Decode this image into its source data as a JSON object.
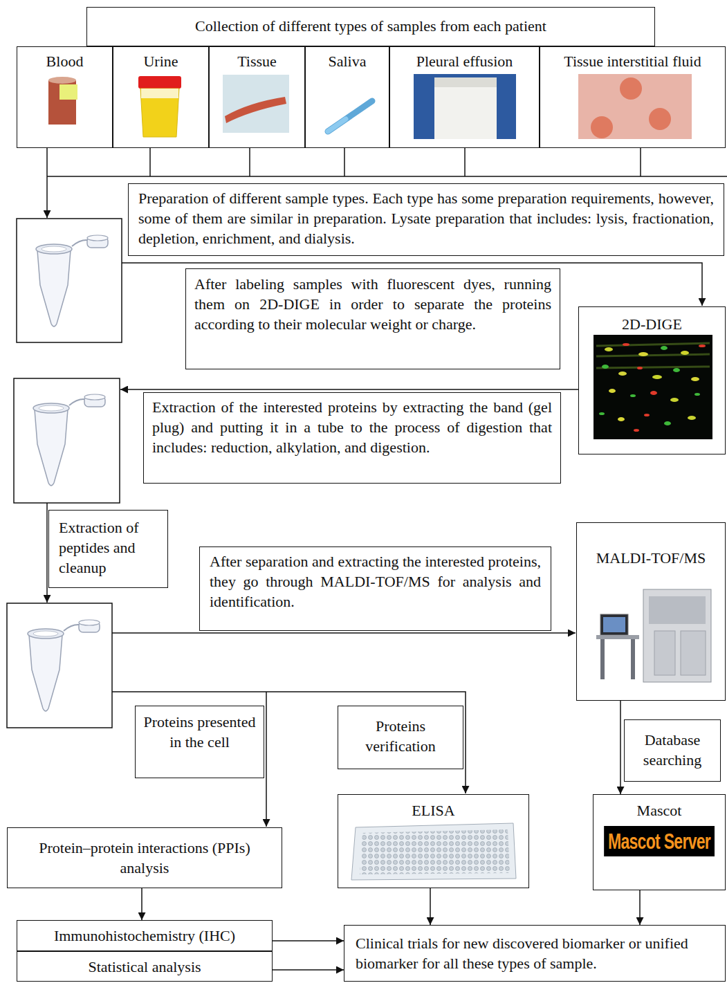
{
  "diagram": {
    "nodes": [
      {
        "text": [
          "Collection of different types of samples from each patient"
        ]
      },
      {
        "text": [
          "Blood"
        ]
      },
      {
        "text": [
          "Urine"
        ]
      },
      {
        "text": [
          "Tissue"
        ]
      },
      {
        "text": [
          "Saliva"
        ]
      },
      {
        "text": [
          "Pleural effusion"
        ]
      },
      {
        "text": [
          "Tissue interstitial fluid"
        ]
      },
      {
        "text": [
          "Preparation of different sample types. Each type has some preparation requirements, however, some of them are similar in preparation. Lysate preparation that includes: lysis, fractionation, depletion, enrichment, and dialysis."
        ]
      },
      {
        "text": [
          "After labeling samples with fluorescent dyes, running them on 2D-DIGE in order to separate the proteins according to their molecular weight or charge."
        ]
      },
      {
        "text": [
          "2D-DIGE"
        ]
      },
      {
        "text": [
          "Extraction of the interested proteins by extracting the band (gel plug) and putting it in a tube to the process of digestion that includes: reduction, alkylation, and digestion."
        ]
      },
      {
        "text": [
          "Extraction of peptides and cleanup"
        ]
      },
      {
        "text": [
          "After separation and extracting the interested proteins, they go through MALDI-TOF/MS for analysis and identification."
        ]
      },
      {
        "text": [
          "MALDI-TOF/MS"
        ]
      },
      {
        "text": [
          "Proteins presented in the cell"
        ]
      },
      {
        "text": [
          "Proteins verification"
        ]
      },
      {
        "text": [
          "Database searching"
        ]
      },
      {
        "text": [
          "Protein–protein interactions (PPIs) analysis"
        ]
      },
      {
        "text": [
          "ELISA"
        ]
      },
      {
        "text": [
          "Mascot",
          "Mascot Server"
        ]
      },
      {
        "text": [
          "Immunohistochemistry (IHC)"
        ]
      },
      {
        "text": [
          "Statistical analysis"
        ]
      },
      {
        "text": [
          "Clinical trials for new discovered biomarker or unified biomarker for all these types of sample."
        ]
      }
    ],
    "edges": [
      {
        "from": 13,
        "to": 19,
        "arrow": "to"
      },
      {
        "from": 17,
        "to": 20,
        "arrow": "to"
      },
      {
        "from": 20,
        "to": 22,
        "arrow": "to"
      },
      {
        "from": 21,
        "to": 22,
        "arrow": "to"
      },
      {
        "from": 18,
        "to": 22,
        "arrow": "to"
      },
      {
        "from": 19,
        "to": 22,
        "arrow": "to"
      }
    ]
  }
}
